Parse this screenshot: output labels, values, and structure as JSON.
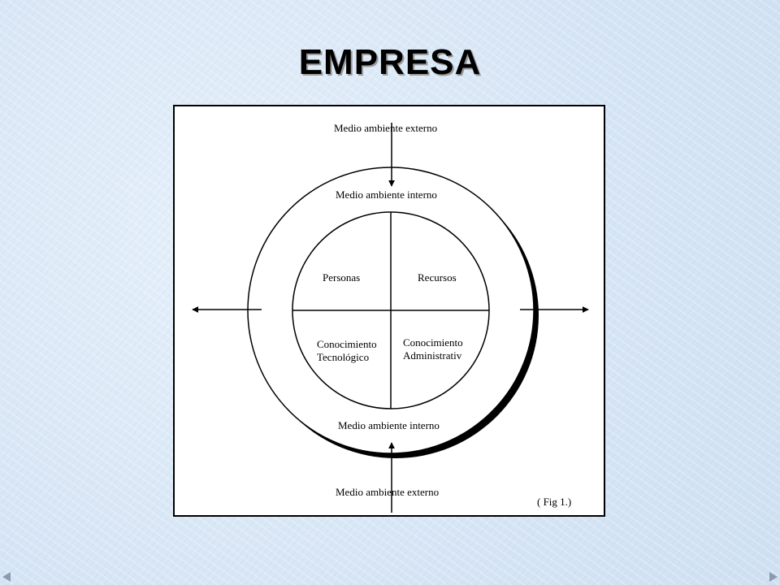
{
  "slide": {
    "title": "EMPRESA"
  },
  "diagram": {
    "outer_top_label": "Medio ambiente externo",
    "inner_top_label": "Medio ambiente interno",
    "quadrants": {
      "top_left": "Personas",
      "top_right": "Recursos",
      "bottom_left_line1": "Conocimiento",
      "bottom_left_line2": "Tecnológico",
      "bottom_right_line1": "Conocimiento",
      "bottom_right_line2": "Administrativ"
    },
    "inner_bottom_label": "Medio ambiente interno",
    "outer_bottom_label": "Medio ambiente externo",
    "caption": "( Fig 1.)"
  },
  "navigation": {
    "prev_icon": "triangle-left-icon",
    "next_icon": "triangle-right-icon"
  }
}
